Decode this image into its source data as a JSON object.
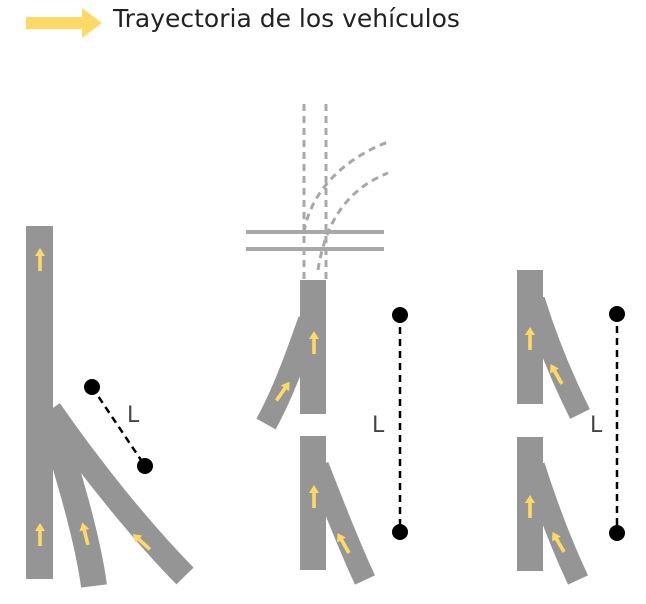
{
  "legend": {
    "label": "Trayectoria de los vehículos",
    "arrow_icon": "yellow-arrow-icon"
  },
  "labels": {
    "length_1": "L",
    "length_2": "L",
    "length_3": "L"
  },
  "colors": {
    "road": "#959595",
    "arrow": "#FFD966",
    "dimension": "#000000",
    "crossing": "#A8A8A8"
  }
}
